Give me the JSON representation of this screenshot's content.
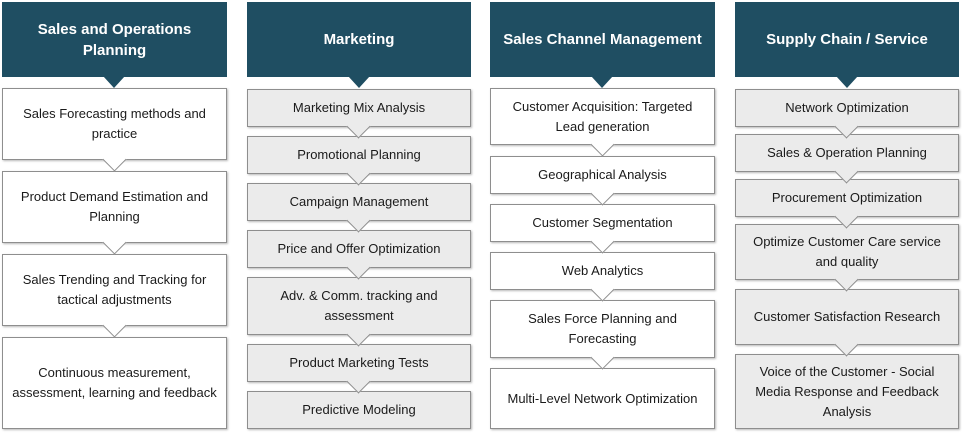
{
  "colors": {
    "header_bg": "#1f4e62",
    "header_text": "#ffffff",
    "box_white": "#ffffff",
    "box_gray": "#ebebeb",
    "box_border": "#8e8e8e"
  },
  "columns": [
    {
      "header": "Sales and Operations Planning",
      "box_style": "white",
      "items": [
        "Sales Forecasting methods and practice",
        "Product Demand Estimation and Planning",
        "Sales Trending and Tracking for tactical adjustments",
        "Continuous measurement, assessment, learning and feedback"
      ]
    },
    {
      "header": "Marketing",
      "box_style": "gray",
      "items": [
        "Marketing Mix Analysis",
        "Promotional Planning",
        "Campaign Management",
        "Price and Offer Optimization",
        "Adv. & Comm. tracking and assessment",
        "Product Marketing Tests",
        "Predictive Modeling"
      ]
    },
    {
      "header": "Sales Channel Management",
      "box_style": "white",
      "items": [
        "Customer Acquisition: Targeted Lead generation",
        "Geographical Analysis",
        "Customer Segmentation",
        "Web Analytics",
        "Sales Force Planning and Forecasting",
        "Multi-Level Network Optimization"
      ]
    },
    {
      "header": "Supply Chain / Service",
      "box_style": "gray",
      "items": [
        "Network Optimization",
        "Sales & Operation Planning",
        "Procurement Optimization",
        "Optimize Customer Care service and quality",
        "Customer Satisfaction Research",
        "Voice of the Customer - Social Media Response and Feedback Analysis"
      ]
    }
  ]
}
